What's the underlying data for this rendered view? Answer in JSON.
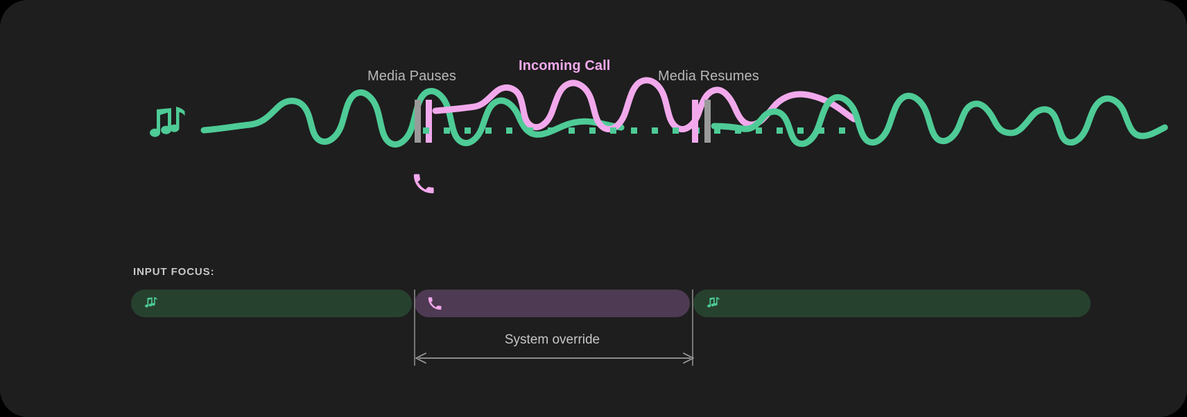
{
  "theme": {
    "background": "#1e1e1e",
    "media_accent": "#4ecb96",
    "call_accent": "#f2a9ec",
    "marker_gray": "#9a9a9a",
    "label_gray": "#b8b8b8",
    "media_bar_bg": "#27412f",
    "call_bar_bg": "#4e3a52"
  },
  "timeline": {
    "labels": {
      "media_pauses": "Media Pauses",
      "incoming_call": "Incoming Call",
      "media_resumes": "Media Resumes"
    },
    "icons": {
      "media": "music-notes-icon",
      "call": "phone-icon"
    },
    "segments": [
      {
        "name": "media-playing-before",
        "accent": "#4ecb96",
        "style": "waveform"
      },
      {
        "name": "call-active",
        "accent": "#f2a9ec",
        "style": "waveform"
      },
      {
        "name": "media-ducked",
        "accent": "#4ecb96",
        "style": "dotted"
      },
      {
        "name": "media-playing-after",
        "accent": "#4ecb96",
        "style": "waveform"
      }
    ],
    "markers": [
      {
        "name": "pause-marker",
        "colors": [
          "#9a9a9a",
          "#f2a9ec"
        ]
      },
      {
        "name": "resume-marker",
        "colors": [
          "#f2a9ec",
          "#9a9a9a"
        ]
      }
    ]
  },
  "focus": {
    "heading": "INPUT FOCUS:",
    "bars": [
      {
        "name": "media-focus-before",
        "icon": "music-notes-icon",
        "color": "#27412f"
      },
      {
        "name": "call-focus",
        "icon": "phone-icon",
        "color": "#4e3a52"
      },
      {
        "name": "media-focus-after",
        "icon": "music-notes-icon",
        "color": "#27412f"
      }
    ],
    "override_caption": "System override"
  }
}
